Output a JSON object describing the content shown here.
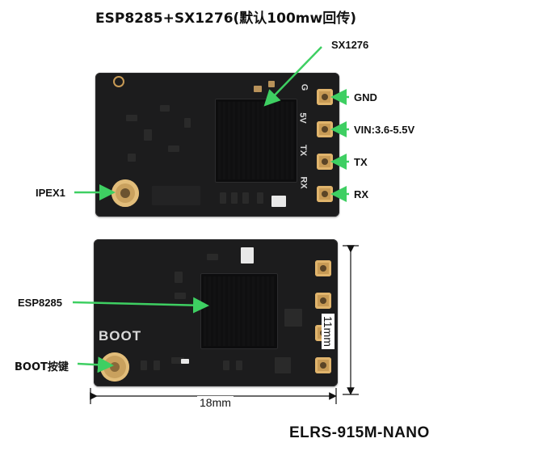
{
  "title": "ESP8285+SX1276(默认100mw回传)",
  "model": "ELRS-915M-NANO",
  "labels": {
    "sx1276": "SX1276",
    "gnd": "GND",
    "vin": "VIN:3.6-5.5V",
    "tx": "TX",
    "rx": "RX",
    "ipex1": "IPEX1",
    "esp8285": "ESP8285",
    "boot_key": "BOOT按键"
  },
  "silkscreen": {
    "boot": "BOOT",
    "pin_g": "G",
    "pin_5v": "5V",
    "pin_tx": "TX",
    "pin_rx": "RX"
  },
  "dimensions": {
    "width": "18mm",
    "height": "11mm"
  },
  "colors": {
    "arrow": "#3ecf62",
    "board": "#1c1c1d",
    "pad": "#c79a55"
  }
}
